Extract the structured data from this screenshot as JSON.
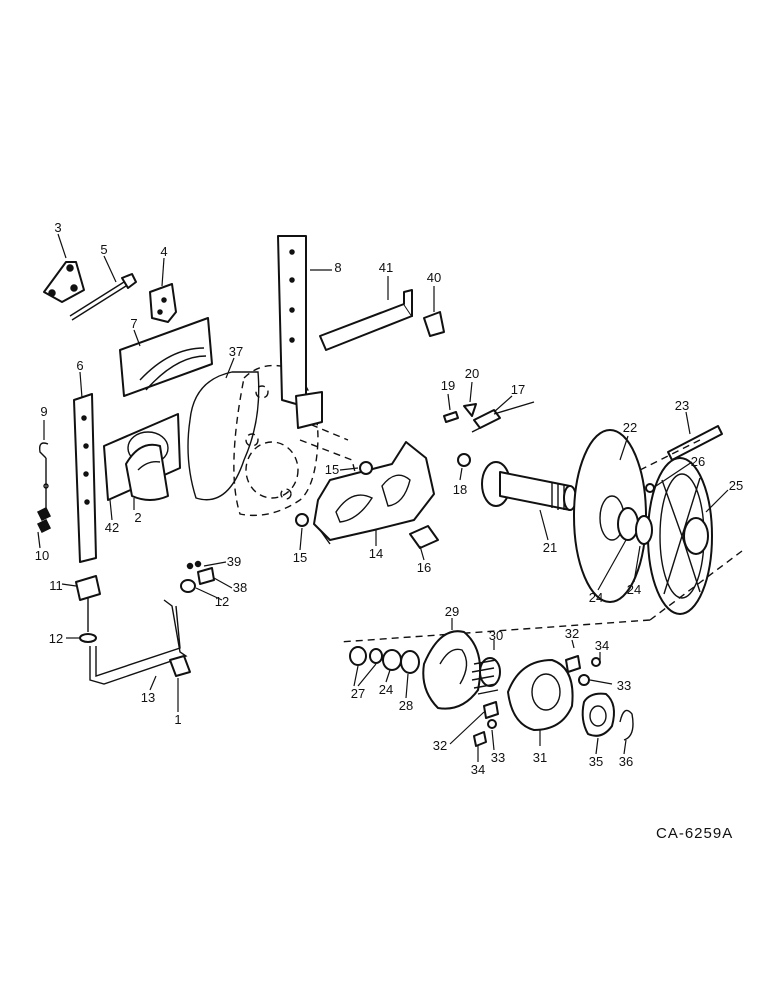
{
  "drawing_code": "CA-6259A",
  "callouts": {
    "c1": "1",
    "c2": "2",
    "c3": "3",
    "c4": "4",
    "c5": "5",
    "c6": "6",
    "c7": "7",
    "c8": "8",
    "c9": "9",
    "c10": "10",
    "c11": "11",
    "c12a": "12",
    "c12b": "12",
    "c13": "13",
    "c14": "14",
    "c15a": "15",
    "c15b": "15",
    "c16": "16",
    "c17": "17",
    "c18": "18",
    "c19": "19",
    "c20": "20",
    "c21": "21",
    "c22": "22",
    "c23": "23",
    "c24a": "24",
    "c24b": "24",
    "c24c": "24",
    "c25": "25",
    "c26": "26",
    "c27": "27",
    "c28": "28",
    "c29": "29",
    "c30": "30",
    "c31": "31",
    "c32a": "32",
    "c32b": "32",
    "c33a": "33",
    "c33b": "33",
    "c34a": "34",
    "c34b": "34",
    "c35": "35",
    "c36": "36",
    "c37": "37",
    "c38": "38",
    "c39": "39",
    "c40": "40",
    "c41": "41",
    "c42": "42"
  }
}
